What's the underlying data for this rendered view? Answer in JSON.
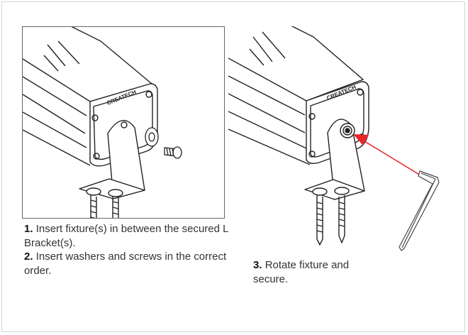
{
  "brand_logo": "CREATECH",
  "steps": [
    {
      "number": "1.",
      "text": "Insert fixture(s) in between the secured L Bracket(s)."
    },
    {
      "number": "2.",
      "text": "Insert washers and screws in the correct order."
    },
    {
      "number": "3.",
      "text": "Rotate fixture and secure."
    }
  ],
  "colors": {
    "arrow": "#e8262b",
    "line": "#222222",
    "frame": "#d4d4d4"
  },
  "icons": [
    "light-fixture-illustration",
    "l-bracket-illustration",
    "washer-icon",
    "screw-icon",
    "allen-key-icon",
    "direction-arrow-icon"
  ]
}
